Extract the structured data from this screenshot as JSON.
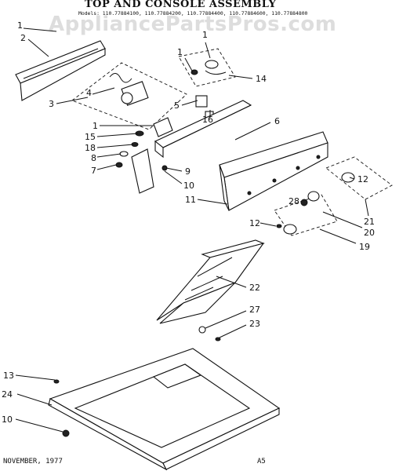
{
  "title": "TOP AND CONSOLE ASSEMBLY",
  "models_line": "Models: 110.77884100, 110.77884200, 110.77884400, 110.77884600, 110.77884800",
  "watermark": "AppliancePartsPros.com",
  "footer": {
    "date": "NOVEMBER, 1977",
    "page": "A5"
  },
  "callouts": [
    "1",
    "2",
    "3",
    "4",
    "1",
    "1",
    "14",
    "5",
    "16",
    "6",
    "1",
    "15",
    "18",
    "8",
    "7",
    "9",
    "10",
    "11",
    "12",
    "28",
    "12",
    "21",
    "20",
    "19",
    "22",
    "27",
    "23",
    "13",
    "24",
    "10"
  ]
}
